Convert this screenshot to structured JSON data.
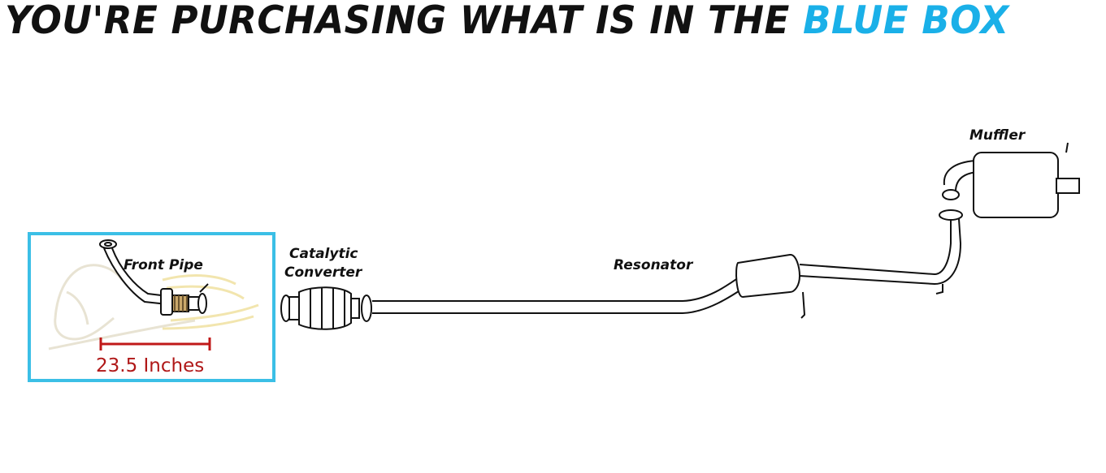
{
  "headline": {
    "text": "YOU'RE PURCHASING WHAT IS IN THE",
    "accent": "BLUE BOX"
  },
  "colors": {
    "accent": "#1ab0e8",
    "box_border": "#3bbfe6",
    "dimension": "#c01818",
    "line": "#111111"
  },
  "parts": {
    "front_pipe": "Front Pipe",
    "catalytic_line1": "Catalytic",
    "catalytic_line2": "Converter",
    "resonator": "Resonator",
    "muffler": "Muffler"
  },
  "dimension": {
    "label": "23.5 Inches"
  }
}
